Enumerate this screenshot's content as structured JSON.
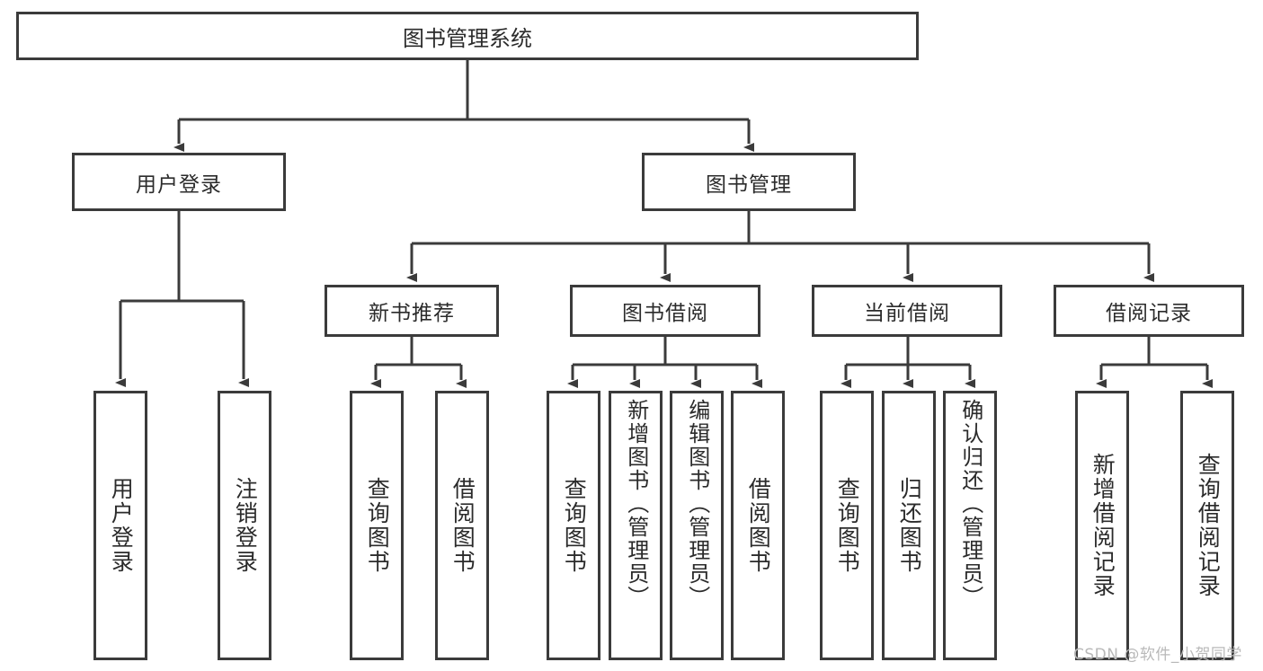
{
  "diagram": {
    "type": "tree-hierarchy",
    "title": "图书管理系统",
    "root": {
      "label": "图书管理系统"
    },
    "level1": [
      {
        "label": "用户登录"
      },
      {
        "label": "图书管理"
      }
    ],
    "level2": [
      {
        "label": "新书推荐"
      },
      {
        "label": "图书借阅"
      },
      {
        "label": "当前借阅"
      },
      {
        "label": "借阅记录"
      }
    ],
    "leaves": {
      "user_login": [
        {
          "label": "用户登录"
        },
        {
          "label": "注销登录"
        }
      ],
      "new_book_recommend": [
        {
          "label": "查询图书"
        },
        {
          "label": "借阅图书"
        }
      ],
      "book_borrow": [
        {
          "label": "查询图书"
        },
        {
          "label": "新增图书（管理员）"
        },
        {
          "label": "编辑图书（管理员）"
        },
        {
          "label": "借阅图书"
        }
      ],
      "current_borrow": [
        {
          "label": "查询图书"
        },
        {
          "label": "归还图书"
        },
        {
          "label": "确认归还（管理员）"
        }
      ],
      "borrow_record": [
        {
          "label": "新增借阅记录"
        },
        {
          "label": "查询借阅记录"
        }
      ]
    }
  },
  "watermark": {
    "text": "CSDN @软件_小贺同学"
  },
  "colors": {
    "stroke": "#3b3b3b",
    "fill": "#ffffff",
    "text": "#2b2b2b",
    "watermark": "#b9b9b9"
  }
}
